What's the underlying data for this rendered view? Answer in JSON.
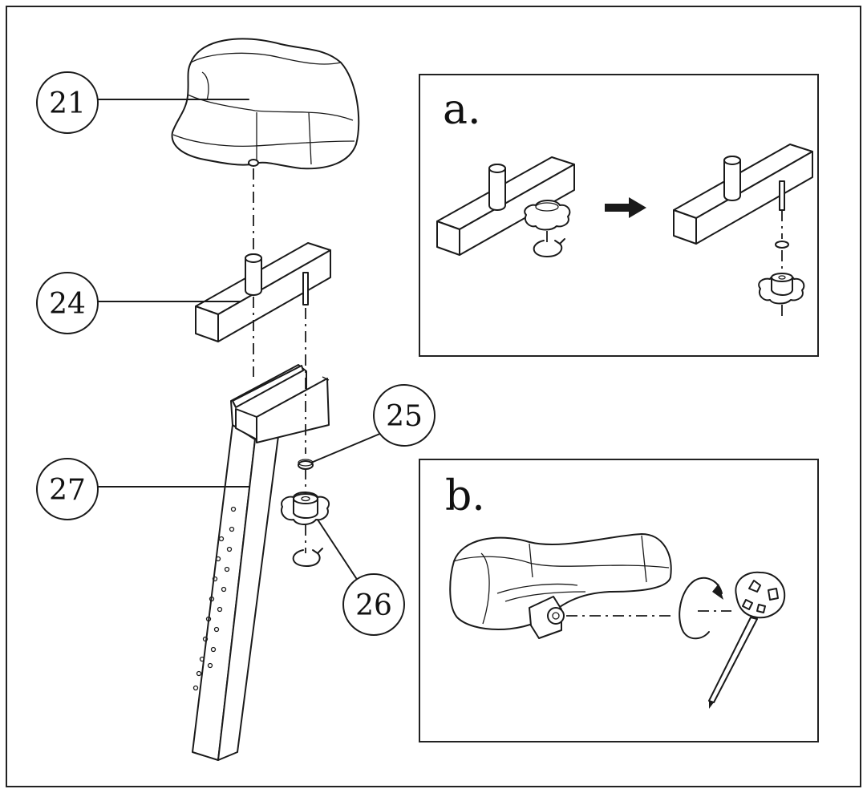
{
  "parts": [
    {
      "id": "part-21",
      "label": "21"
    },
    {
      "id": "part-24",
      "label": "24"
    },
    {
      "id": "part-25",
      "label": "25"
    },
    {
      "id": "part-26",
      "label": "26"
    },
    {
      "id": "part-27",
      "label": "27"
    }
  ],
  "panels": {
    "a": {
      "label": "a."
    },
    "b": {
      "label": "b."
    }
  }
}
